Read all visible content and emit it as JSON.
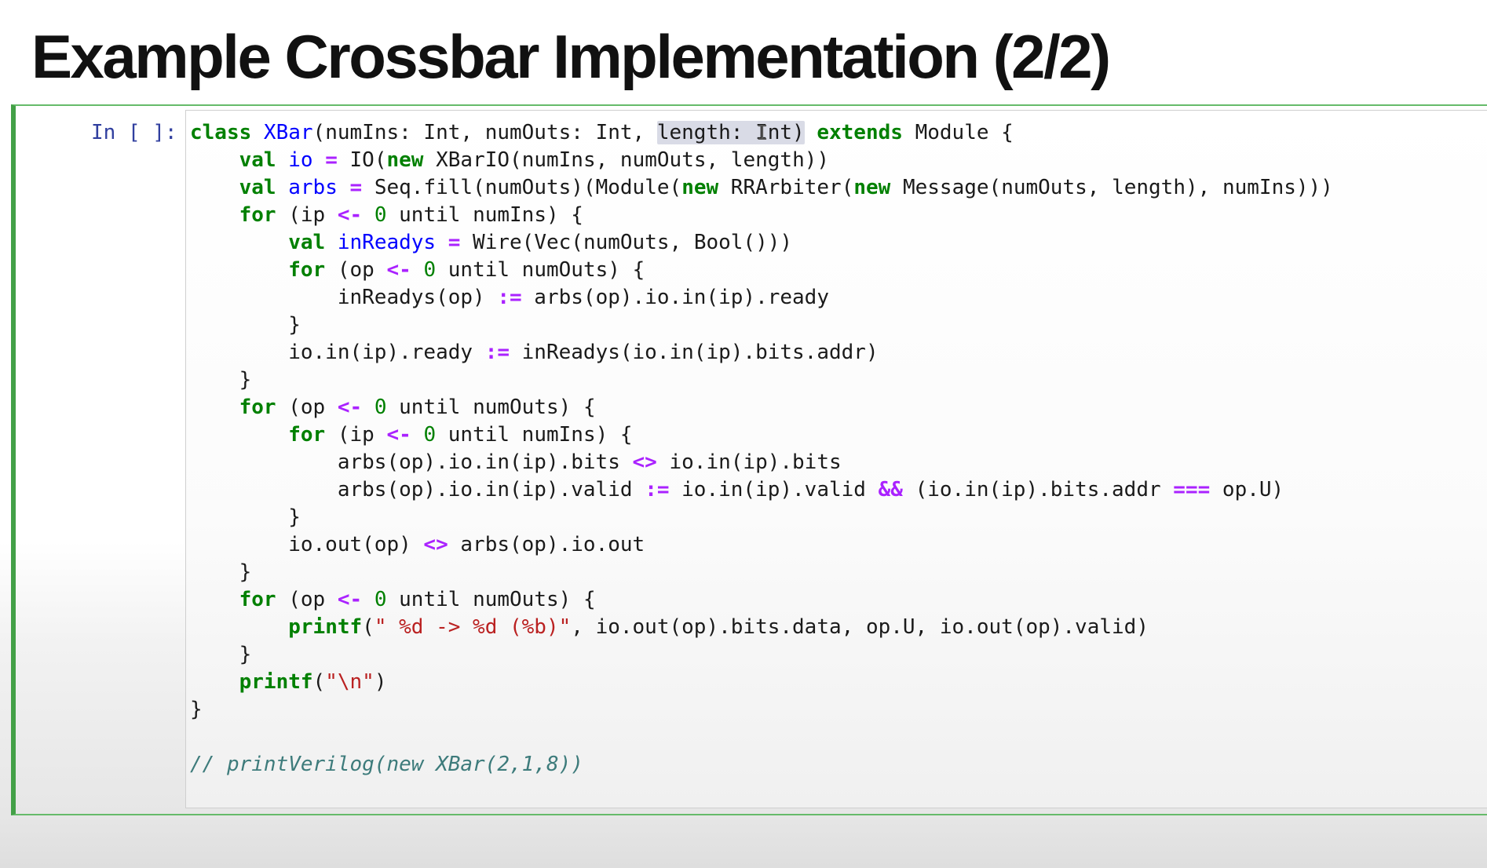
{
  "slide": {
    "title": "Example Crossbar Implementation (2/2)"
  },
  "cell": {
    "prompt": "In [ ]:",
    "lines": [
      [
        {
          "t": "class ",
          "c": "kw"
        },
        {
          "t": "XBar",
          "c": "def"
        },
        {
          "t": "(numIns: Int, numOuts: Int, "
        },
        {
          "t": "length: Int)",
          "c": "sel"
        },
        {
          "t": " "
        },
        {
          "t": "extends",
          "c": "kw"
        },
        {
          "t": " Module {"
        }
      ],
      [
        {
          "t": "    "
        },
        {
          "t": "val",
          "c": "kw"
        },
        {
          "t": " "
        },
        {
          "t": "io",
          "c": "def"
        },
        {
          "t": " "
        },
        {
          "t": "=",
          "c": "op"
        },
        {
          "t": " IO("
        },
        {
          "t": "new",
          "c": "kw"
        },
        {
          "t": " XBarIO(numIns, numOuts, length))"
        }
      ],
      [
        {
          "t": "    "
        },
        {
          "t": "val",
          "c": "kw"
        },
        {
          "t": " "
        },
        {
          "t": "arbs",
          "c": "def"
        },
        {
          "t": " "
        },
        {
          "t": "=",
          "c": "op"
        },
        {
          "t": " Seq.fill(numOuts)(Module("
        },
        {
          "t": "new",
          "c": "kw"
        },
        {
          "t": " RRArbiter("
        },
        {
          "t": "new",
          "c": "kw"
        },
        {
          "t": " Message(numOuts, length), numIns)))"
        }
      ],
      [
        {
          "t": "    "
        },
        {
          "t": "for",
          "c": "kw"
        },
        {
          "t": " (ip "
        },
        {
          "t": "<-",
          "c": "op"
        },
        {
          "t": " "
        },
        {
          "t": "0",
          "c": "num"
        },
        {
          "t": " until numIns) {"
        }
      ],
      [
        {
          "t": "        "
        },
        {
          "t": "val",
          "c": "kw"
        },
        {
          "t": " "
        },
        {
          "t": "inReadys",
          "c": "def"
        },
        {
          "t": " "
        },
        {
          "t": "=",
          "c": "op"
        },
        {
          "t": " Wire(Vec(numOuts, Bool()))"
        }
      ],
      [
        {
          "t": "        "
        },
        {
          "t": "for",
          "c": "kw"
        },
        {
          "t": " (op "
        },
        {
          "t": "<-",
          "c": "op"
        },
        {
          "t": " "
        },
        {
          "t": "0",
          "c": "num"
        },
        {
          "t": " until numOuts) {"
        }
      ],
      [
        {
          "t": "            inReadys(op) "
        },
        {
          "t": ":=",
          "c": "op"
        },
        {
          "t": " arbs(op).io.in(ip).ready"
        }
      ],
      [
        {
          "t": "        }"
        }
      ],
      [
        {
          "t": "        io.in(ip).ready "
        },
        {
          "t": ":=",
          "c": "op"
        },
        {
          "t": " inReadys(io.in(ip).bits.addr)"
        }
      ],
      [
        {
          "t": "    }"
        }
      ],
      [
        {
          "t": "    "
        },
        {
          "t": "for",
          "c": "kw"
        },
        {
          "t": " (op "
        },
        {
          "t": "<-",
          "c": "op"
        },
        {
          "t": " "
        },
        {
          "t": "0",
          "c": "num"
        },
        {
          "t": " until numOuts) {"
        }
      ],
      [
        {
          "t": "        "
        },
        {
          "t": "for",
          "c": "kw"
        },
        {
          "t": " (ip "
        },
        {
          "t": "<-",
          "c": "op"
        },
        {
          "t": " "
        },
        {
          "t": "0",
          "c": "num"
        },
        {
          "t": " until numIns) {"
        }
      ],
      [
        {
          "t": "            arbs(op).io.in(ip).bits "
        },
        {
          "t": "<>",
          "c": "op"
        },
        {
          "t": " io.in(ip).bits"
        }
      ],
      [
        {
          "t": "            arbs(op).io.in(ip).valid "
        },
        {
          "t": ":=",
          "c": "op"
        },
        {
          "t": " io.in(ip).valid "
        },
        {
          "t": "&&",
          "c": "op"
        },
        {
          "t": " (io.in(ip).bits.addr "
        },
        {
          "t": "===",
          "c": "op"
        },
        {
          "t": " op.U)"
        }
      ],
      [
        {
          "t": "        }"
        }
      ],
      [
        {
          "t": "        io.out(op) "
        },
        {
          "t": "<>",
          "c": "op"
        },
        {
          "t": " arbs(op).io.out"
        }
      ],
      [
        {
          "t": "    }"
        }
      ],
      [
        {
          "t": "    "
        },
        {
          "t": "for",
          "c": "kw"
        },
        {
          "t": " (op "
        },
        {
          "t": "<-",
          "c": "op"
        },
        {
          "t": " "
        },
        {
          "t": "0",
          "c": "num"
        },
        {
          "t": " until numOuts) {"
        }
      ],
      [
        {
          "t": "        "
        },
        {
          "t": "printf",
          "c": "kw"
        },
        {
          "t": "("
        },
        {
          "t": "\" %d -> %d (%b)\"",
          "c": "str"
        },
        {
          "t": ", io.out(op).bits.data, op.U, io.out(op).valid)"
        }
      ],
      [
        {
          "t": "    }"
        }
      ],
      [
        {
          "t": "    "
        },
        {
          "t": "printf",
          "c": "kw"
        },
        {
          "t": "("
        },
        {
          "t": "\"\\n\"",
          "c": "str"
        },
        {
          "t": ")"
        }
      ],
      [
        {
          "t": "}"
        }
      ],
      [
        {
          "t": ""
        }
      ],
      [
        {
          "t": "// printVerilog(new XBar(2,1,8))",
          "c": "cmt"
        }
      ]
    ]
  }
}
